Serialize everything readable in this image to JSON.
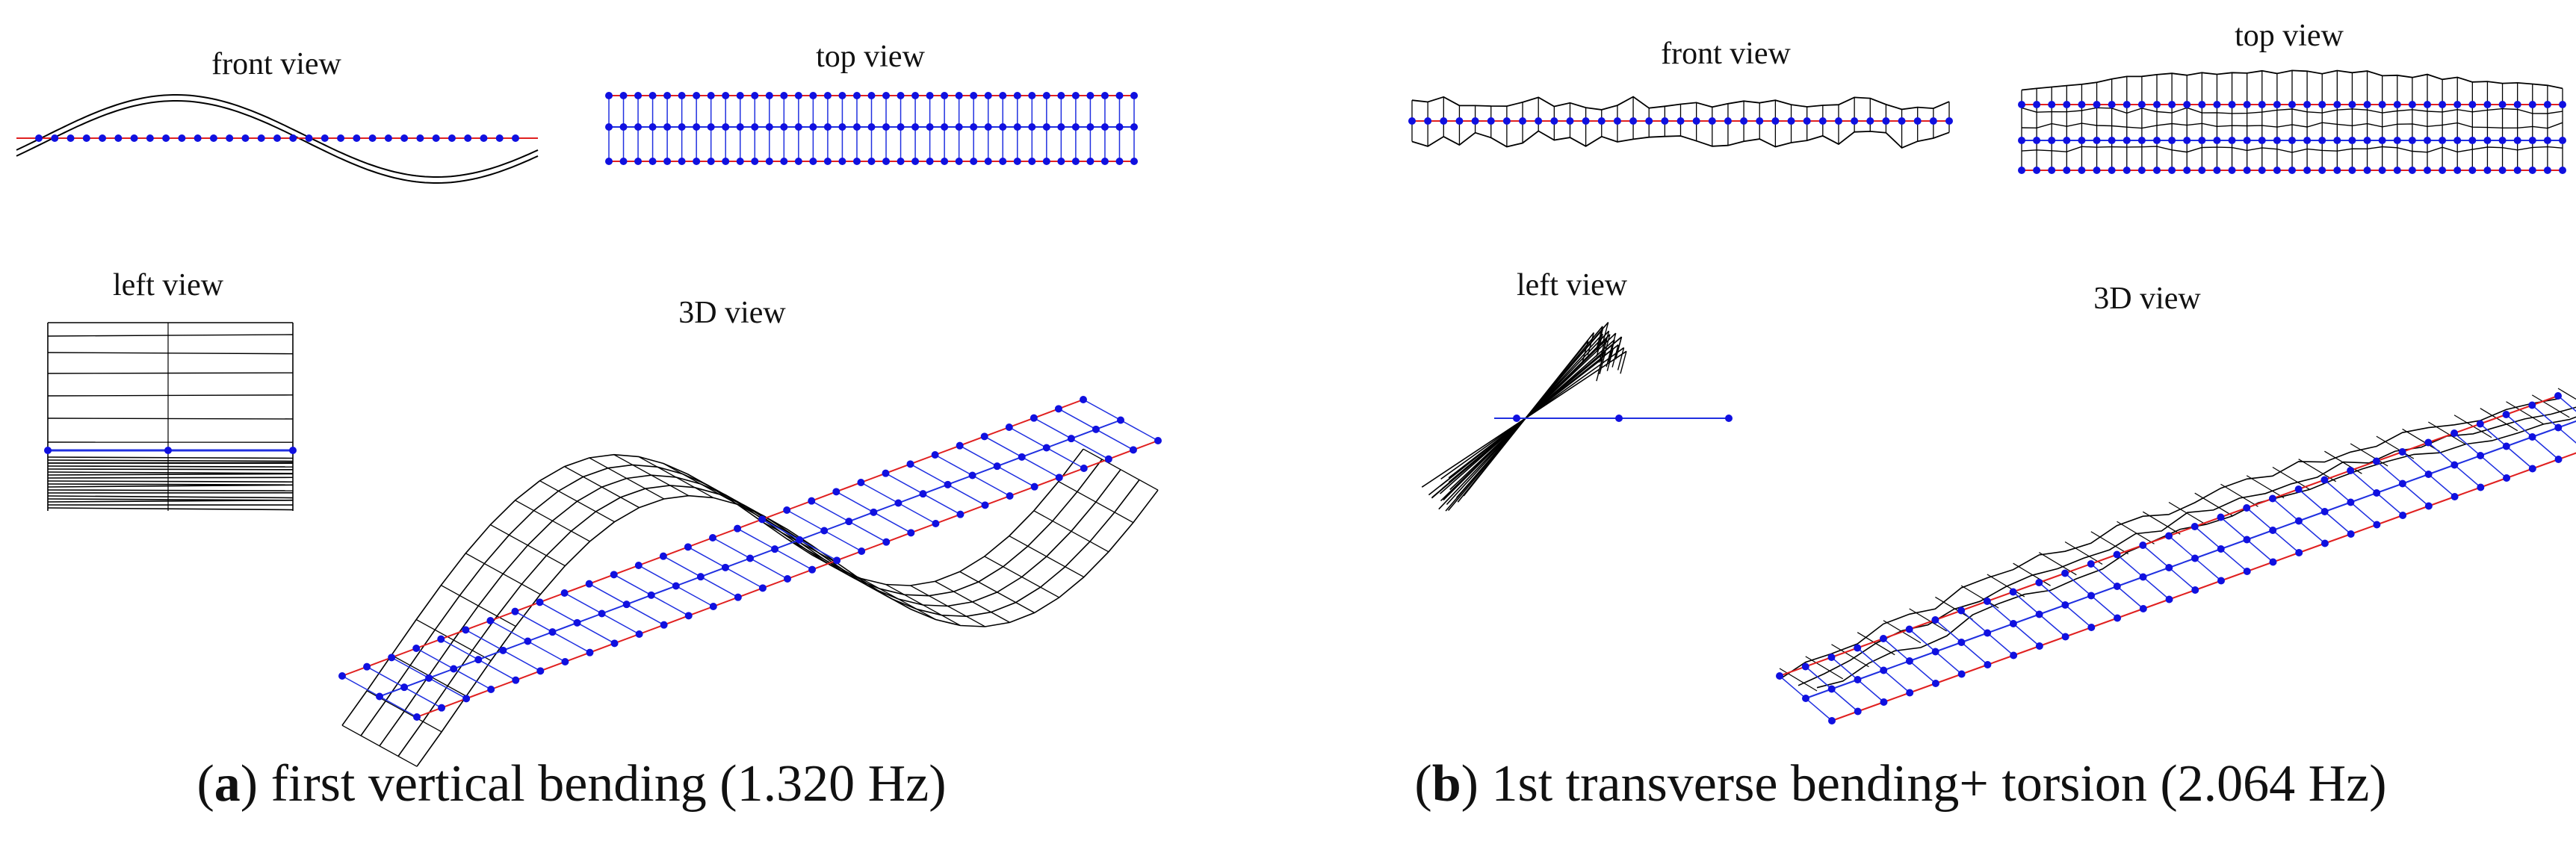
{
  "panels": [
    {
      "id": "a",
      "views": {
        "front": "front view",
        "top": "top view",
        "left": "left view",
        "three_d": "3D view"
      },
      "caption": {
        "letter": "a",
        "text": "first vertical bending (1.320 Hz)"
      }
    },
    {
      "id": "b",
      "views": {
        "front": "front view",
        "top": "top view",
        "left": "left view",
        "three_d": "3D view"
      },
      "caption": {
        "letter": "b",
        "text": "1st transverse bending+ torsion (2.064 Hz)"
      }
    }
  ],
  "colors": {
    "node": "#1010e0",
    "undeformed_red": "#e02020",
    "undeformed_blue": "#2030e0",
    "deformed": "#000000"
  }
}
